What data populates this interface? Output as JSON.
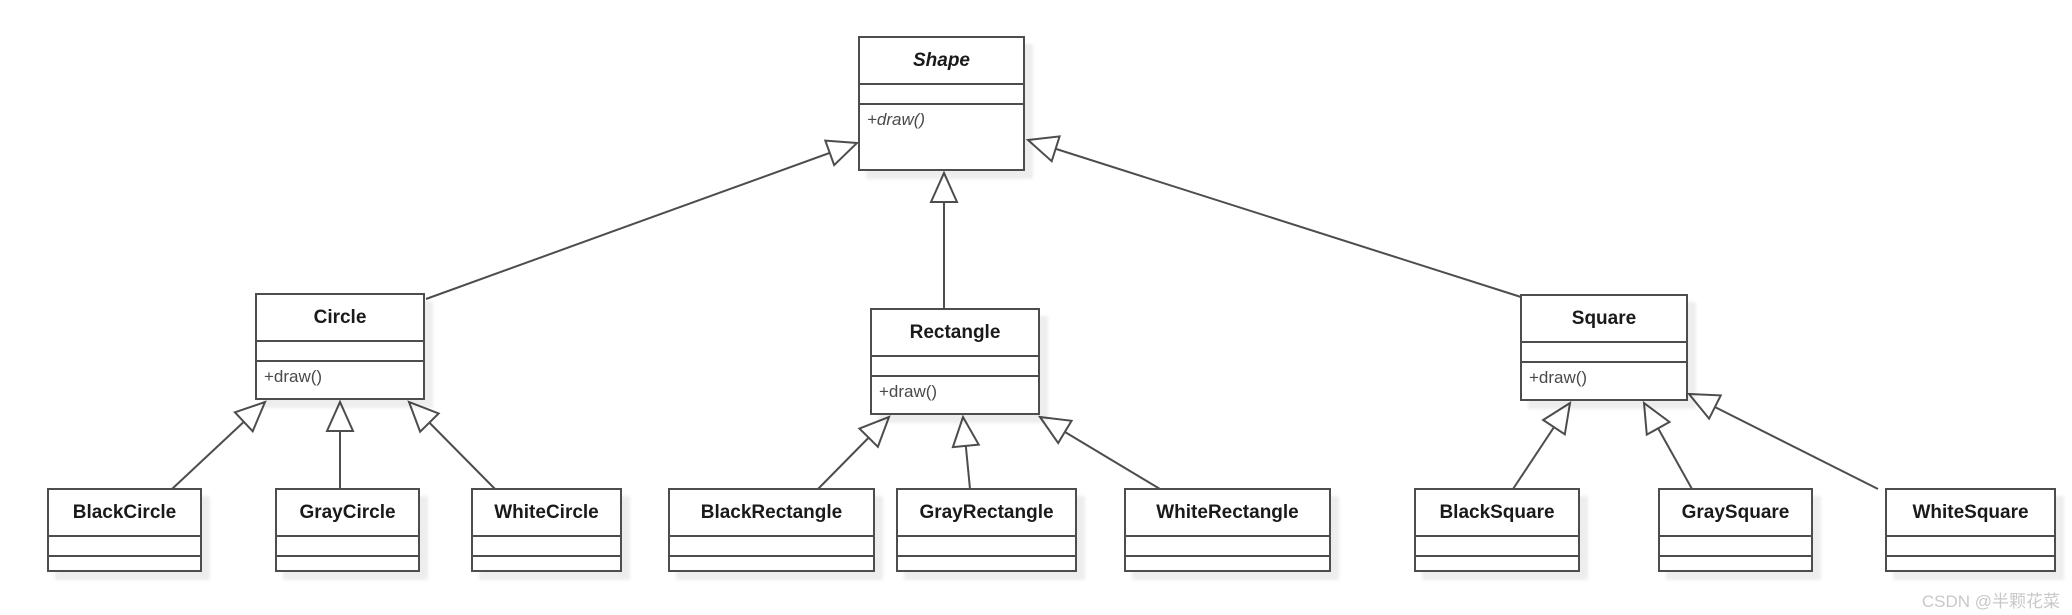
{
  "diagram": {
    "type": "uml-class-diagram",
    "classes": {
      "shape": {
        "name": "Shape",
        "abstract": true,
        "methods": "+draw()"
      },
      "circle": {
        "name": "Circle",
        "abstract": false,
        "methods": "+draw()"
      },
      "rectangle": {
        "name": "Rectangle",
        "abstract": false,
        "methods": "+draw()"
      },
      "square": {
        "name": "Square",
        "abstract": false,
        "methods": "+draw()"
      },
      "black_circle": {
        "name": "BlackCircle"
      },
      "gray_circle": {
        "name": "GrayCircle"
      },
      "white_circle": {
        "name": "WhiteCircle"
      },
      "black_rectangle": {
        "name": "BlackRectangle"
      },
      "gray_rectangle": {
        "name": "GrayRectangle"
      },
      "white_rectangle": {
        "name": "WhiteRectangle"
      },
      "black_square": {
        "name": "BlackSquare"
      },
      "gray_square": {
        "name": "GraySquare"
      },
      "white_square": {
        "name": "WhiteSquare"
      }
    },
    "relations": [
      {
        "child": "Circle",
        "parent": "Shape",
        "type": "inheritance"
      },
      {
        "child": "Rectangle",
        "parent": "Shape",
        "type": "inheritance"
      },
      {
        "child": "Square",
        "parent": "Shape",
        "type": "inheritance"
      },
      {
        "child": "BlackCircle",
        "parent": "Circle",
        "type": "inheritance"
      },
      {
        "child": "GrayCircle",
        "parent": "Circle",
        "type": "inheritance"
      },
      {
        "child": "WhiteCircle",
        "parent": "Circle",
        "type": "inheritance"
      },
      {
        "child": "BlackRectangle",
        "parent": "Rectangle",
        "type": "inheritance"
      },
      {
        "child": "GrayRectangle",
        "parent": "Rectangle",
        "type": "inheritance"
      },
      {
        "child": "WhiteRectangle",
        "parent": "Rectangle",
        "type": "inheritance"
      },
      {
        "child": "BlackSquare",
        "parent": "Square",
        "type": "inheritance"
      },
      {
        "child": "GraySquare",
        "parent": "Square",
        "type": "inheritance"
      },
      {
        "child": "WhiteSquare",
        "parent": "Square",
        "type": "inheritance"
      }
    ],
    "colors": {
      "stroke": "#4d4d4d",
      "title_text": "#1a1a1a",
      "method_text": "#4a4a4a",
      "box_fill": "#ffffff",
      "background": "#ffffff",
      "watermark": "#c8c8c8"
    }
  },
  "watermark": {
    "text": "CSDN @半颗花菜"
  }
}
